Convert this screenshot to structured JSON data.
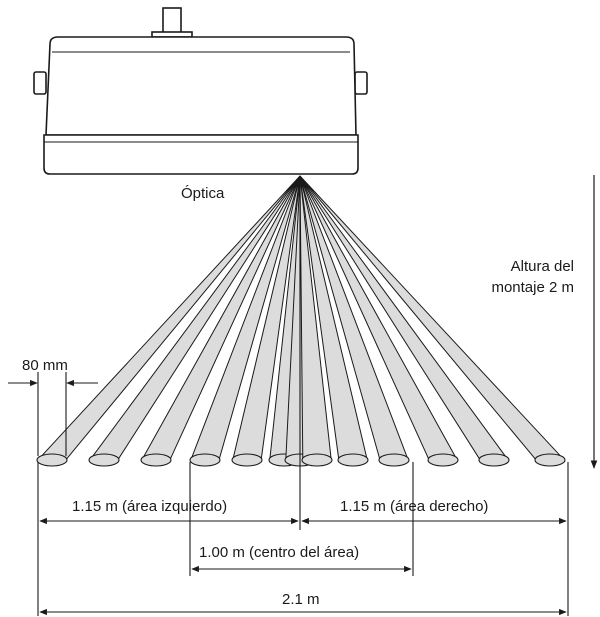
{
  "optics_label": "Óptica",
  "mounting_height": {
    "line1": "Altura del",
    "line2": "montaje 2 m"
  },
  "beam_width_label": "80 mm",
  "dimensions": {
    "left_area": "1.15 m (área izquierdo)",
    "right_area": "1.15 m (área derecho)",
    "center_area": "1.00 m (centro del área)",
    "total": "2.1 m"
  },
  "beam_count": 13,
  "colors": {
    "beam_fill": "#dcdcdc",
    "stroke": "#1a1a1a",
    "device_fill": "#ffffff"
  }
}
